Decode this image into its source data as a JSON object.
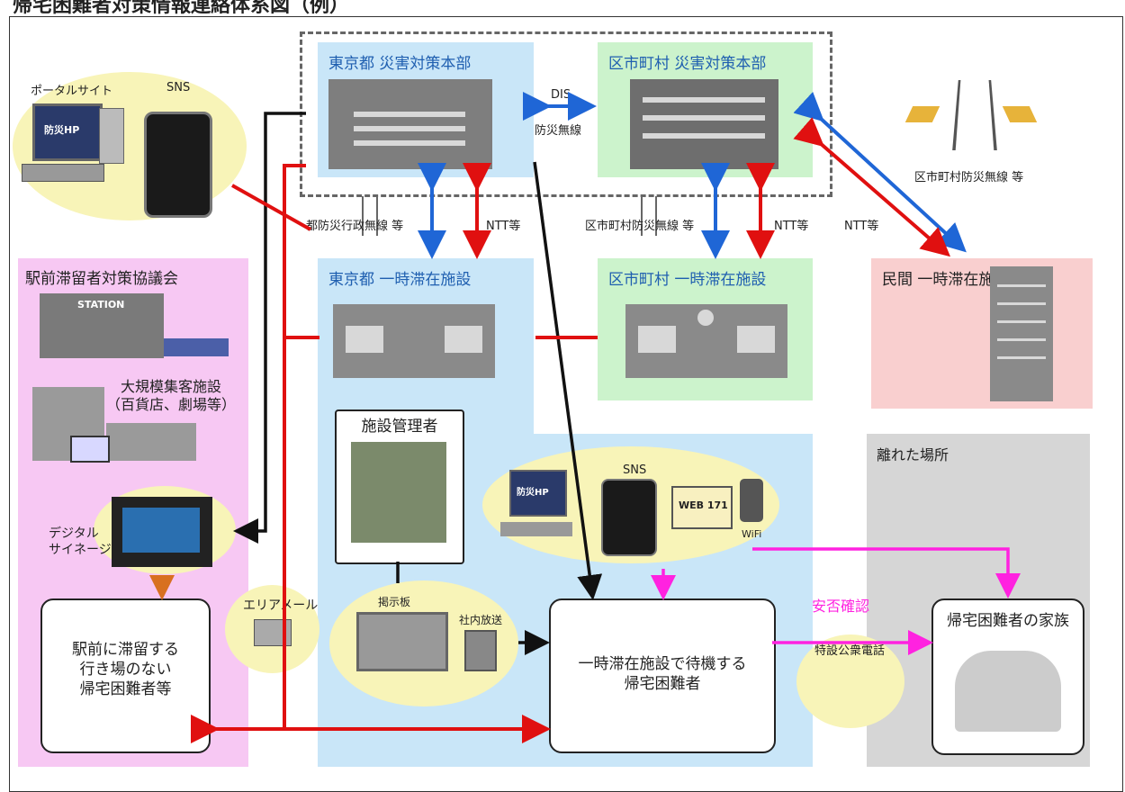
{
  "title": "帰宅困難者対策情報連絡体系図（例）",
  "hq": {
    "tokyo_label": "東京都  災害対策本部",
    "city_label": "区市町村  災害対策本部",
    "link_top": "DIS",
    "link_bottom": "防災無線"
  },
  "info_sources": {
    "portal_label": "ポータルサイト",
    "sns_label": "SNS",
    "portal_screen": "防災HP"
  },
  "radio": {
    "tokyo_radio": "都防災行政無線  等",
    "ntt_left": "NTT等",
    "city_radio": "区市町村防災無線 等",
    "ntt_right": "NTT等",
    "ntt_far": "NTT等",
    "city_radio_tower": "区市町村防災無線  等"
  },
  "station_council": {
    "title": "駅前滞留者対策協議会",
    "station_sign": "STATION",
    "large_facility": "大規模集客施設\n（百貨店、劇場等）",
    "signage": "デジタル\nサイネージ",
    "stranded_box": "駅前に滞留する\n行き場のない\n帰宅困難者等"
  },
  "tokyo_temp": {
    "title": "東京都  一時滞在施設"
  },
  "city_temp": {
    "title": "区市町村  一時滞在施設"
  },
  "private_temp": {
    "title": "民間  一時滞在施設"
  },
  "facility": {
    "manager": "施設管理者",
    "bulletin": "掲示板",
    "pa": "社内放送",
    "area_mail": "エリアメール",
    "web171": "WEB 171",
    "wifi": "WiFi",
    "sns2": "SNS",
    "hp2": "防災HP",
    "waiting_box": "一時滞在施設で待機する\n帰宅困難者"
  },
  "remote": {
    "title": "離れた場所",
    "safety": "安否確認",
    "phone": "特設公衆電話",
    "family": "帰宅困難者の家族"
  },
  "colors": {
    "pink_zone": "#f7c8f3",
    "blue_zone": "#c9e6f8",
    "green_zone": "#ccf3cc",
    "salmon_zone": "#f9cfcf",
    "gray_zone": "#d6d6d6",
    "red_line": "#e01010",
    "blue_line": "#1f66d6",
    "magenta_line": "#ff22e0"
  }
}
